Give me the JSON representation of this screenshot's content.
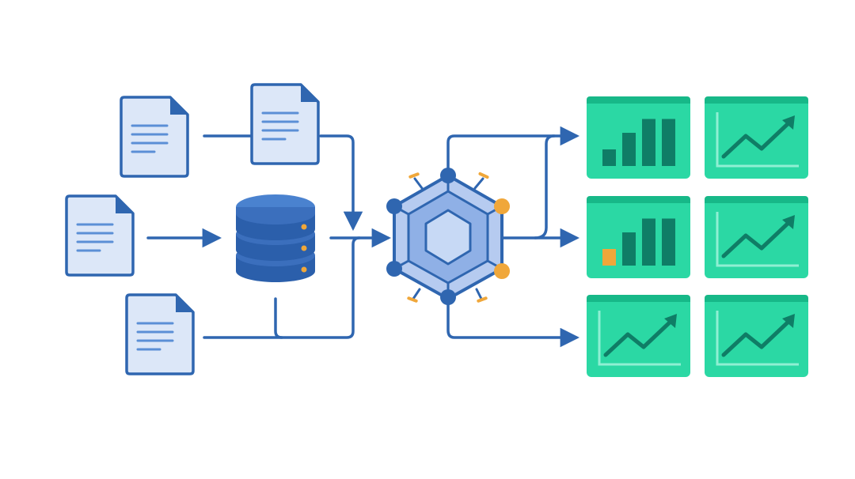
{
  "colors": {
    "flow_line": "#2f66b0",
    "document_fill": "#dce7f8",
    "database_blue": "#3b6fbd",
    "hub_fill": "#b6cbf0",
    "hub_port_orange": "#f0a73a",
    "card_green": "#2bd8a4",
    "card_dark": "#0f7d66",
    "highlight_bar_orange": "#f0a73a"
  },
  "sources": {
    "documents": [
      "document-icon",
      "document-icon",
      "document-icon",
      "document-icon"
    ],
    "database": "database-icon"
  },
  "hub": "processing-hub-icon",
  "outputs": {
    "cards": [
      {
        "kind": "bar-chart-icon",
        "values": [
          0.3,
          0.6,
          0.85,
          0.85
        ],
        "highlight_first": false
      },
      {
        "kind": "trend-chart-icon"
      },
      {
        "kind": "bar-chart-icon",
        "values": [
          0.3,
          0.6,
          0.85,
          0.85
        ],
        "highlight_first": true
      },
      {
        "kind": "trend-chart-icon"
      },
      {
        "kind": "trend-chart-icon"
      },
      {
        "kind": "trend-chart-icon"
      }
    ]
  }
}
